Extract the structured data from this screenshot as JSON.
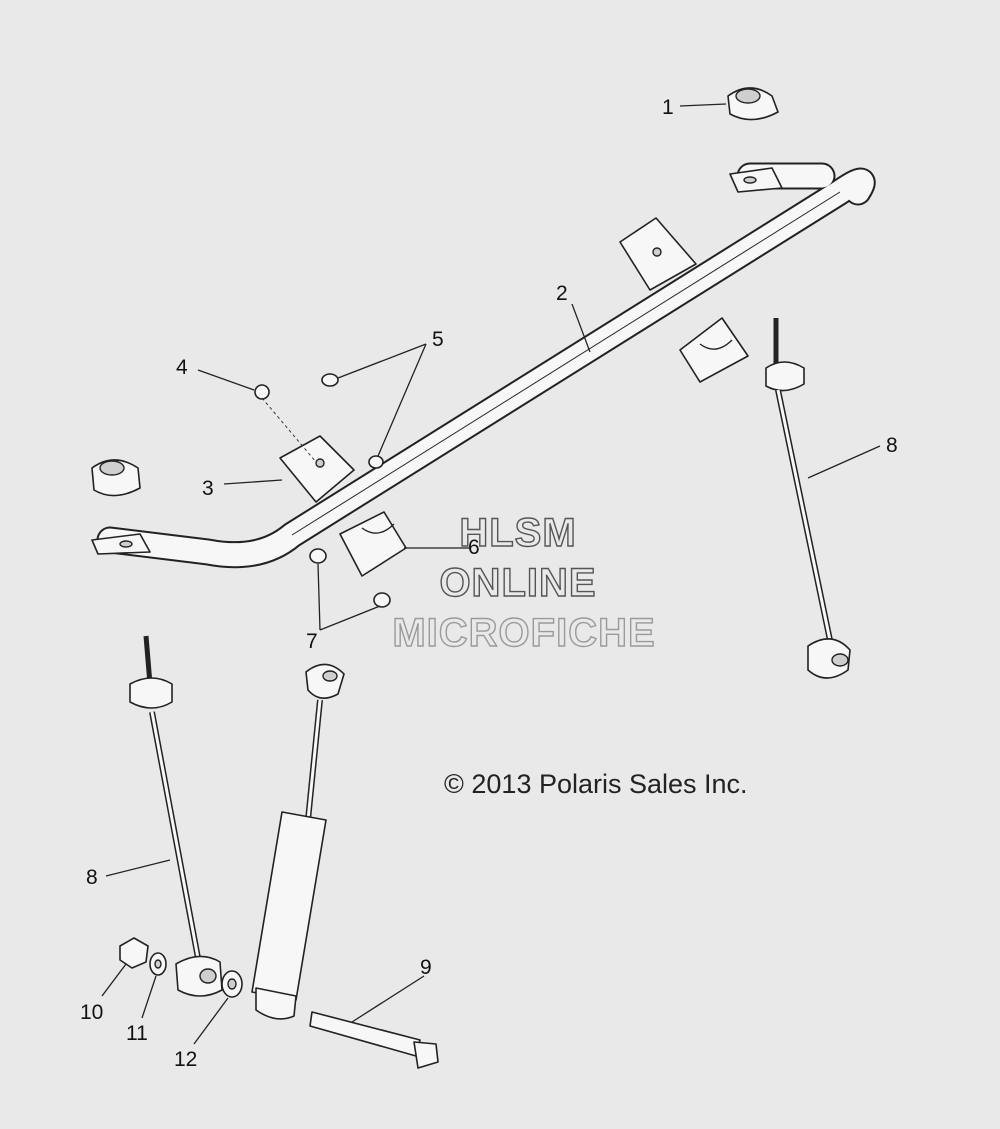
{
  "callouts": {
    "c1": "1",
    "c2": "2",
    "c3": "3",
    "c4": "4",
    "c5": "5",
    "c6": "6",
    "c7": "7",
    "c8a": "8",
    "c8b": "8",
    "c9": "9",
    "c10": "10",
    "c11": "11",
    "c12": "12"
  },
  "watermark": {
    "line1": "HLSM",
    "line2": "ONLINE",
    "line3": "MICROFICHE"
  },
  "copyright": "© 2013 Polaris Sales Inc."
}
